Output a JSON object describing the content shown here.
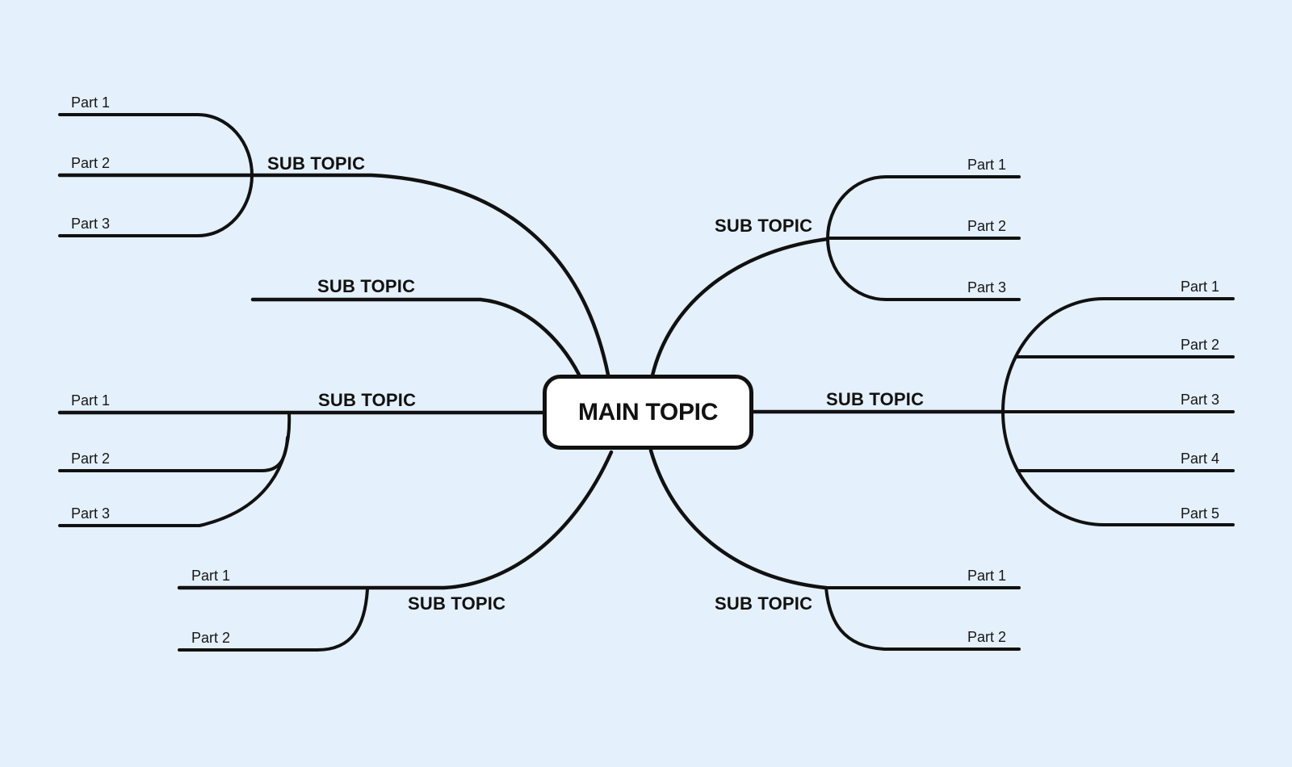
{
  "canvas": {
    "background_color": "#e4f0fb",
    "line_color": "#111111",
    "node_fill_color": "#ffffff"
  },
  "main_topic": {
    "label": "MAIN TOPIC"
  },
  "branches": [
    {
      "position": "top-left",
      "label": "SUB TOPIC",
      "parts": [
        "Part 1",
        "Part 2",
        "Part 3"
      ]
    },
    {
      "position": "upper-left",
      "label": "SUB TOPIC",
      "parts": []
    },
    {
      "position": "middle-left",
      "label": "SUB TOPIC",
      "parts": [
        "Part 1",
        "Part 2",
        "Part 3"
      ]
    },
    {
      "position": "bottom-left",
      "label": "SUB TOPIC",
      "parts": [
        "Part 1",
        "Part 2"
      ]
    },
    {
      "position": "top-right",
      "label": "SUB TOPIC",
      "parts": [
        "Part 1",
        "Part 2",
        "Part 3"
      ]
    },
    {
      "position": "middle-right",
      "label": "SUB TOPIC",
      "parts": [
        "Part 1",
        "Part 2",
        "Part 3",
        "Part 4",
        "Part 5"
      ]
    },
    {
      "position": "bottom-right",
      "label": "SUB TOPIC",
      "parts": [
        "Part 1",
        "Part 2"
      ]
    }
  ]
}
